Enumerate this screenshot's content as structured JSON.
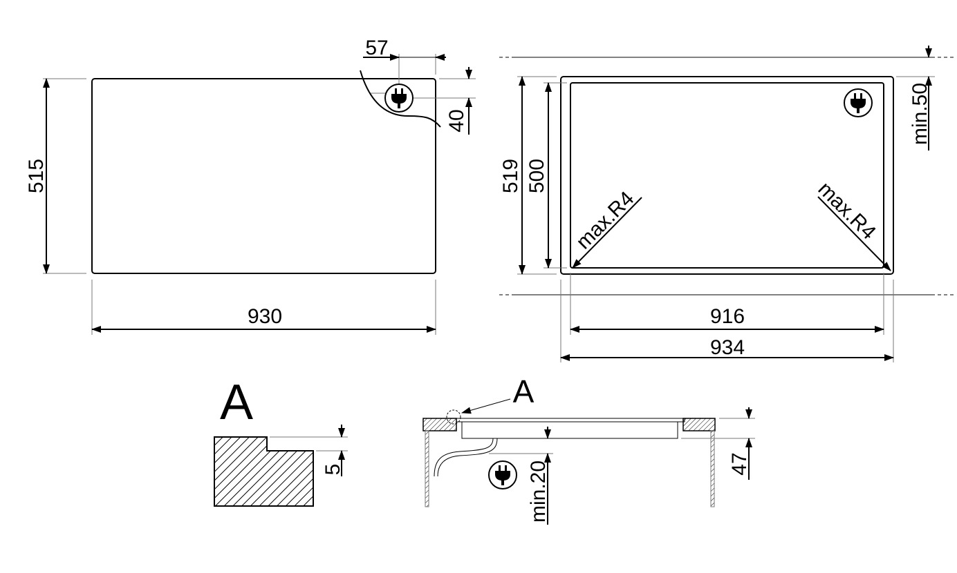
{
  "top_view": {
    "width": "930",
    "depth": "515",
    "plug_offset_x": "57",
    "plug_offset_y": "40"
  },
  "cutout_view": {
    "outer_width": "934",
    "inner_width": "916",
    "outer_depth": "519",
    "inner_depth": "500",
    "clearance": "min.50",
    "radius_left": "max.R4",
    "radius_right": "max.R4"
  },
  "detail": {
    "label": "A",
    "step": "5"
  },
  "section_view": {
    "detail_ref": "A",
    "height": "47",
    "clearance_below": "min.20"
  }
}
